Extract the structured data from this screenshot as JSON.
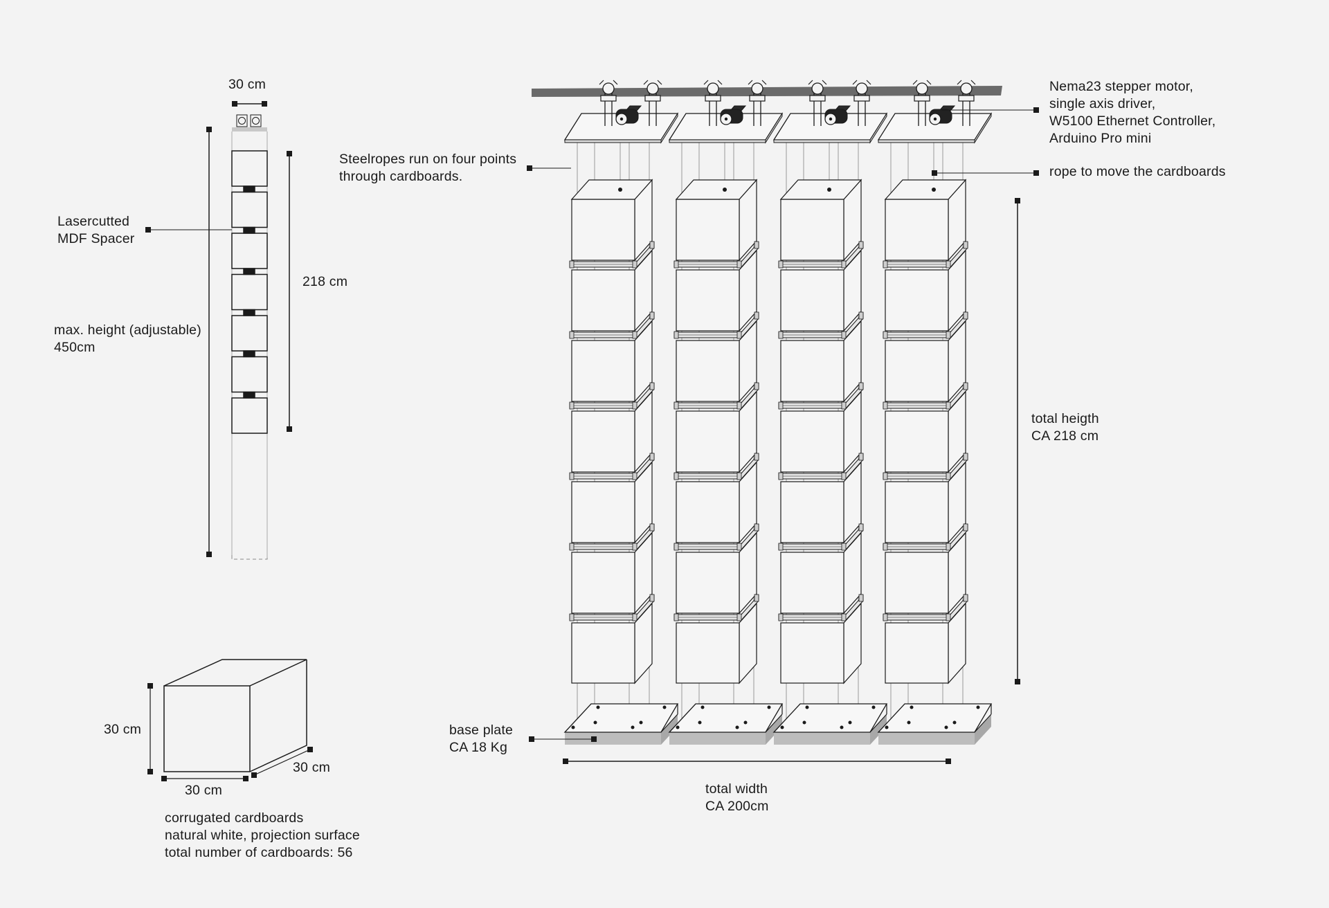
{
  "diagram": {
    "top_width_label": "30 cm",
    "spacer_label": [
      "Lasercutted",
      "MDF Spacer"
    ],
    "max_height_label": [
      "max. height (adjustable)",
      "450cm"
    ],
    "stack_height_label": "218 cm",
    "steelropes_label": [
      "Steelropes run on four points",
      "through cardboards."
    ],
    "motor_label": [
      "Nema23 stepper motor,",
      "single axis driver,",
      "W5100 Ethernet Controller,",
      "Arduino Pro mini"
    ],
    "rope_label": "rope to move the cardboards",
    "total_height_label": [
      "total heigth",
      "CA 218 cm"
    ],
    "base_plate_label": [
      "base plate",
      "CA 18 Kg"
    ],
    "total_width_label": [
      "total width",
      "CA 200cm"
    ],
    "box_height_label": "30 cm",
    "box_width_label": "30 cm",
    "box_depth_label": "30 cm",
    "cardboard_description": [
      "corrugated cardboards",
      "natural white, projection surface",
      "total number of cardboards: 56"
    ]
  },
  "colors": {
    "background": "#f3f3f3",
    "line": "#1a1a1a",
    "rope": "#9a9a9a",
    "rail": "#6a6a6a",
    "shadow": "#bdbdbd"
  },
  "structure": {
    "columns": 4,
    "boxes_per_column": 7,
    "side_column_boxes": 7
  }
}
